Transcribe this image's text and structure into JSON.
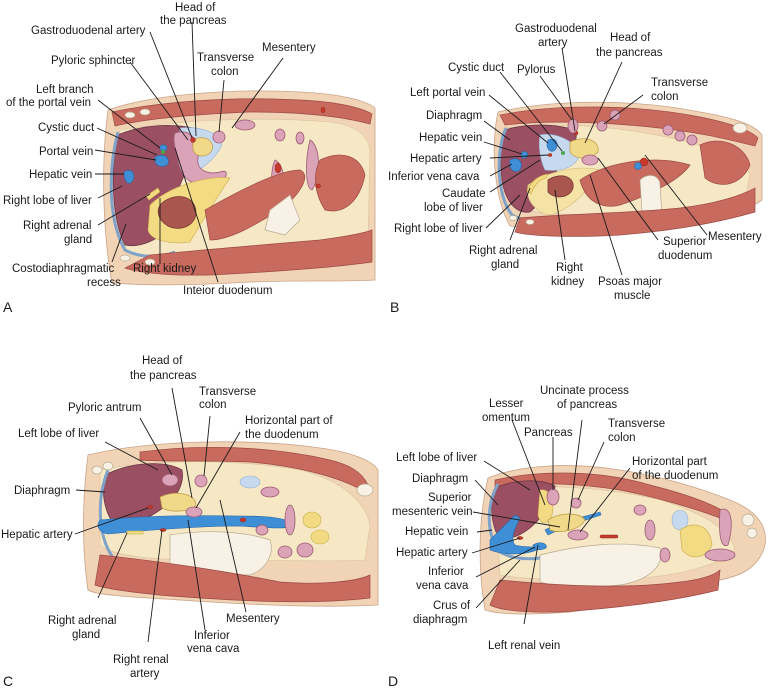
{
  "figure": {
    "panels": [
      {
        "letter": "A",
        "labels": {
          "gastroduodenal_artery": "Gastroduodenal artery",
          "head_pancreas_1": "Head of",
          "head_pancreas_2": "the pancreas",
          "pyloric_sphincter": "Pyloric sphincter",
          "transverse_colon_1": "Transverse",
          "transverse_colon_2": "colon",
          "mesentery": "Mesentery",
          "left_branch_1": "Left branch",
          "left_branch_2": "of the portal vein",
          "cystic_duct": "Cystic duct",
          "portal_vein": "Portal vein",
          "hepatic_vein": "Hepatic vein",
          "right_lobe_liver": "Right lobe of liver",
          "right_adrenal_1": "Right adrenal",
          "right_adrenal_2": "gland",
          "costo_1": "Costodiaphragmatic",
          "costo_2": "recess",
          "right_kidney": "Right kidney",
          "inferior_duodenum": "Inteior duodenum"
        }
      },
      {
        "letter": "B",
        "labels": {
          "gastroduodenal_1": "Gastroduodenal",
          "gastroduodenal_2": "artery",
          "head_pancreas_1": "Head of",
          "head_pancreas_2": "the pancreas",
          "cystic_duct": "Cystic duct",
          "pylorus": "Pylorus",
          "transverse_colon_1": "Transverse",
          "transverse_colon_2": "colon",
          "left_portal_vein": "Left portal vein",
          "diaphragm": "Diaphragm",
          "hepatic_vein": "Hepatic vein",
          "hepatic_artery": "Hepatic artery",
          "ivc": "Inferior vena cava",
          "caudate_1": "Caudate",
          "caudate_2": "lobe of liver",
          "right_lobe_liver": "Right lobe of liver",
          "right_adrenal_1": "Right adrenal",
          "right_adrenal_2": "gland",
          "right_kidney_1": "Right",
          "right_kidney_2": "kidney",
          "psoas_1": "Psoas major",
          "psoas_2": "muscle",
          "superior_duodenum_1": "Superior",
          "superior_duodenum_2": "duodenum",
          "mesentery": "Mesentery"
        }
      },
      {
        "letter": "C",
        "labels": {
          "head_pancreas_1": "Head of",
          "head_pancreas_2": "the pancreas",
          "transverse_colon_1": "Transverse",
          "transverse_colon_2": "colon",
          "pyloric_antrum": "Pyloric antrum",
          "horizontal_1": "Horizontal part of",
          "horizontal_2": "the duodenum",
          "left_lobe_liver": "Left lobe of liver",
          "diaphragm": "Diaphragm",
          "hepatic_artery": "Hepatic artery",
          "right_adrenal_1": "Right adrenal",
          "right_adrenal_2": "gland",
          "mesentery": "Mesentery",
          "ivc_1": "Inferior",
          "ivc_2": "vena cava",
          "right_renal_1": "Right renal",
          "right_renal_2": "artery"
        }
      },
      {
        "letter": "D",
        "labels": {
          "uncinate_1": "Uncinate process",
          "uncinate_2": "of pancreas",
          "lesser_omentum_1": "Lesser",
          "lesser_omentum_2": "omentum",
          "pancreas": "Pancreas",
          "transverse_colon_1": "Transverse",
          "transverse_colon_2": "colon",
          "left_lobe_liver": "Left lobe of liver",
          "horizontal_1": "Horizontal part",
          "horizontal_2": "of the duodenum",
          "diaphragm": "Diaphragm",
          "smv_1": "Superior",
          "smv_2": "mesenteric vein",
          "hepatic_vein": "Hepatic vein",
          "hepatic_artery": "Hepatic artery",
          "ivc_1": "Inferior",
          "ivc_2": "vena cava",
          "crus_1": "Crus of",
          "crus_2": "diaphragm",
          "left_renal_vein": "Left renal vein"
        }
      }
    ],
    "colors": {
      "liver": "#9a5062",
      "muscle": "#c96a5f",
      "vein": "#3f8fd6",
      "artery": "#c63a2b",
      "pancreas": "#f1d98a",
      "bowel": "#dba3b8",
      "fat": "#f6e8c4",
      "skin": "#f1d3b6"
    }
  }
}
